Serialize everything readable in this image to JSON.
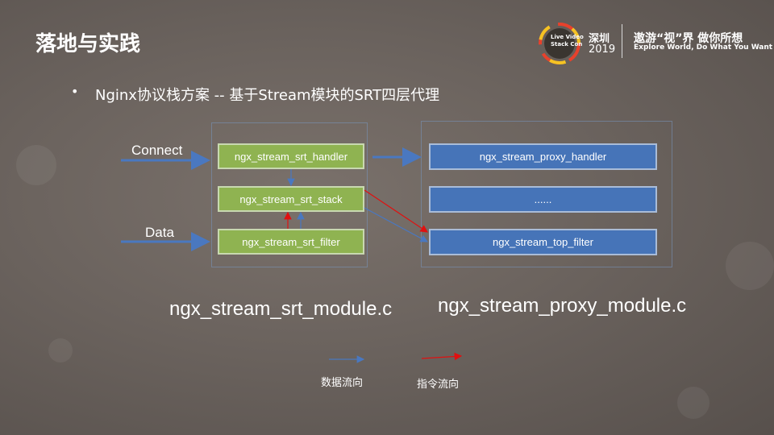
{
  "header": {
    "title": "落地与实践",
    "logo_text": [
      "Live Video",
      "Stack Con"
    ],
    "city": "深圳",
    "year": "2019",
    "slogan_cn": "遨游“视”界 做你所想",
    "slogan_en": "Explore World, Do What You Want"
  },
  "bullet": {
    "symbol": "•",
    "text": "Nginx协议栈方案 -- 基于Stream模块的SRT四层代理"
  },
  "diagram": {
    "connect_label": "Connect",
    "data_label": "Data",
    "srt_boxes": [
      "ngx_stream_srt_handler",
      "ngx_stream_srt_stack",
      "ngx_stream_srt_filter"
    ],
    "proxy_boxes": [
      "ngx_stream_proxy_handler",
      "......",
      "ngx_stream_top_filter"
    ],
    "srt_module": "ngx_stream_srt_module.c",
    "proxy_module": "ngx_stream_proxy_module.c"
  },
  "legend": {
    "data_flow": "数据流向",
    "command_flow": "指令流向"
  },
  "colors": {
    "green_box": "#8fb351",
    "blue_box": "#4674b8",
    "data_arrow": "#4a78c0",
    "command_arrow": "#e01010"
  }
}
